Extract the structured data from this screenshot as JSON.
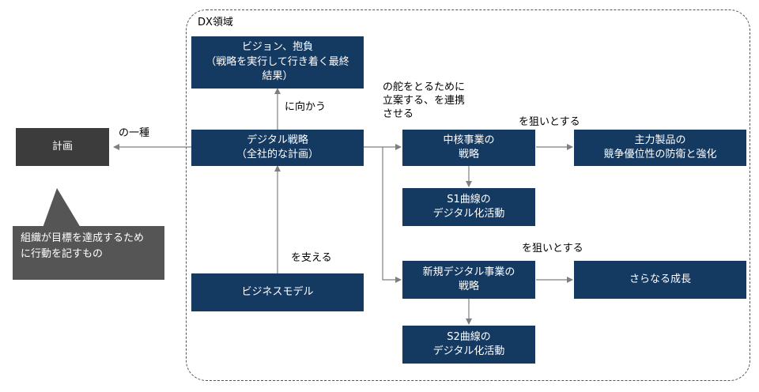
{
  "region": {
    "label": "DX領域"
  },
  "nodes": {
    "plan": "計画",
    "vision": "ビジョン、抱負\n（戦略を実行して行き着く最終\n結果）",
    "digital_strategy": "デジタル戦略\n（全社的な計画）",
    "business_model": "ビジネスモデル",
    "core_strategy": "中核事業の\n戦略",
    "main_products": "主力製品の\n競争優位性の防衛と強化",
    "s1": "S1曲線の\nデジタル化活動",
    "new_strategy": "新規デジタル事業の\n戦略",
    "growth": "さらなる成長",
    "s2": "S2曲線の\nデジタル化活動"
  },
  "edge_labels": {
    "kind_of": "の一種",
    "toward": "に向かう",
    "rudder": "の舵をとるために\n立案する、を連携\nさせる",
    "aim1": "を狙いとする",
    "support": "を支える",
    "aim2": "を狙いとする"
  },
  "callout": {
    "text": "組織が目標を達成するため\nに行動を記すもの"
  },
  "colors": {
    "box": "#153a62",
    "gray_box": "#3c3c3c",
    "callout": "#555555",
    "line": "#7f7f7f"
  }
}
